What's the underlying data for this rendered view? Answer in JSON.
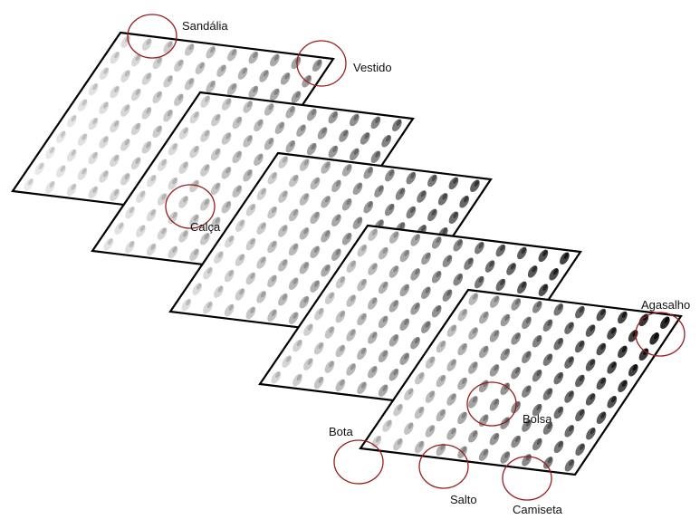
{
  "labels": {
    "sandalia": "Sandália",
    "vestido": "Vestido",
    "calca": "Calça",
    "agasalho": "Agasalho",
    "bolsa": "Bolsa",
    "bota": "Bota",
    "salto": "Salto",
    "camiseta": "Camiseta"
  },
  "colors": {
    "ring": "#9b1c1c",
    "frame": "#000000",
    "background": "#ffffff"
  },
  "layers": [
    {
      "grid": [
        10,
        10
      ],
      "density": 0.35
    },
    {
      "grid": [
        10,
        10
      ],
      "density": 0.45
    },
    {
      "grid": [
        10,
        10
      ],
      "density": 0.55
    },
    {
      "grid": [
        10,
        10
      ],
      "density": 0.65
    },
    {
      "grid": [
        10,
        10
      ],
      "density": 0.75
    }
  ]
}
